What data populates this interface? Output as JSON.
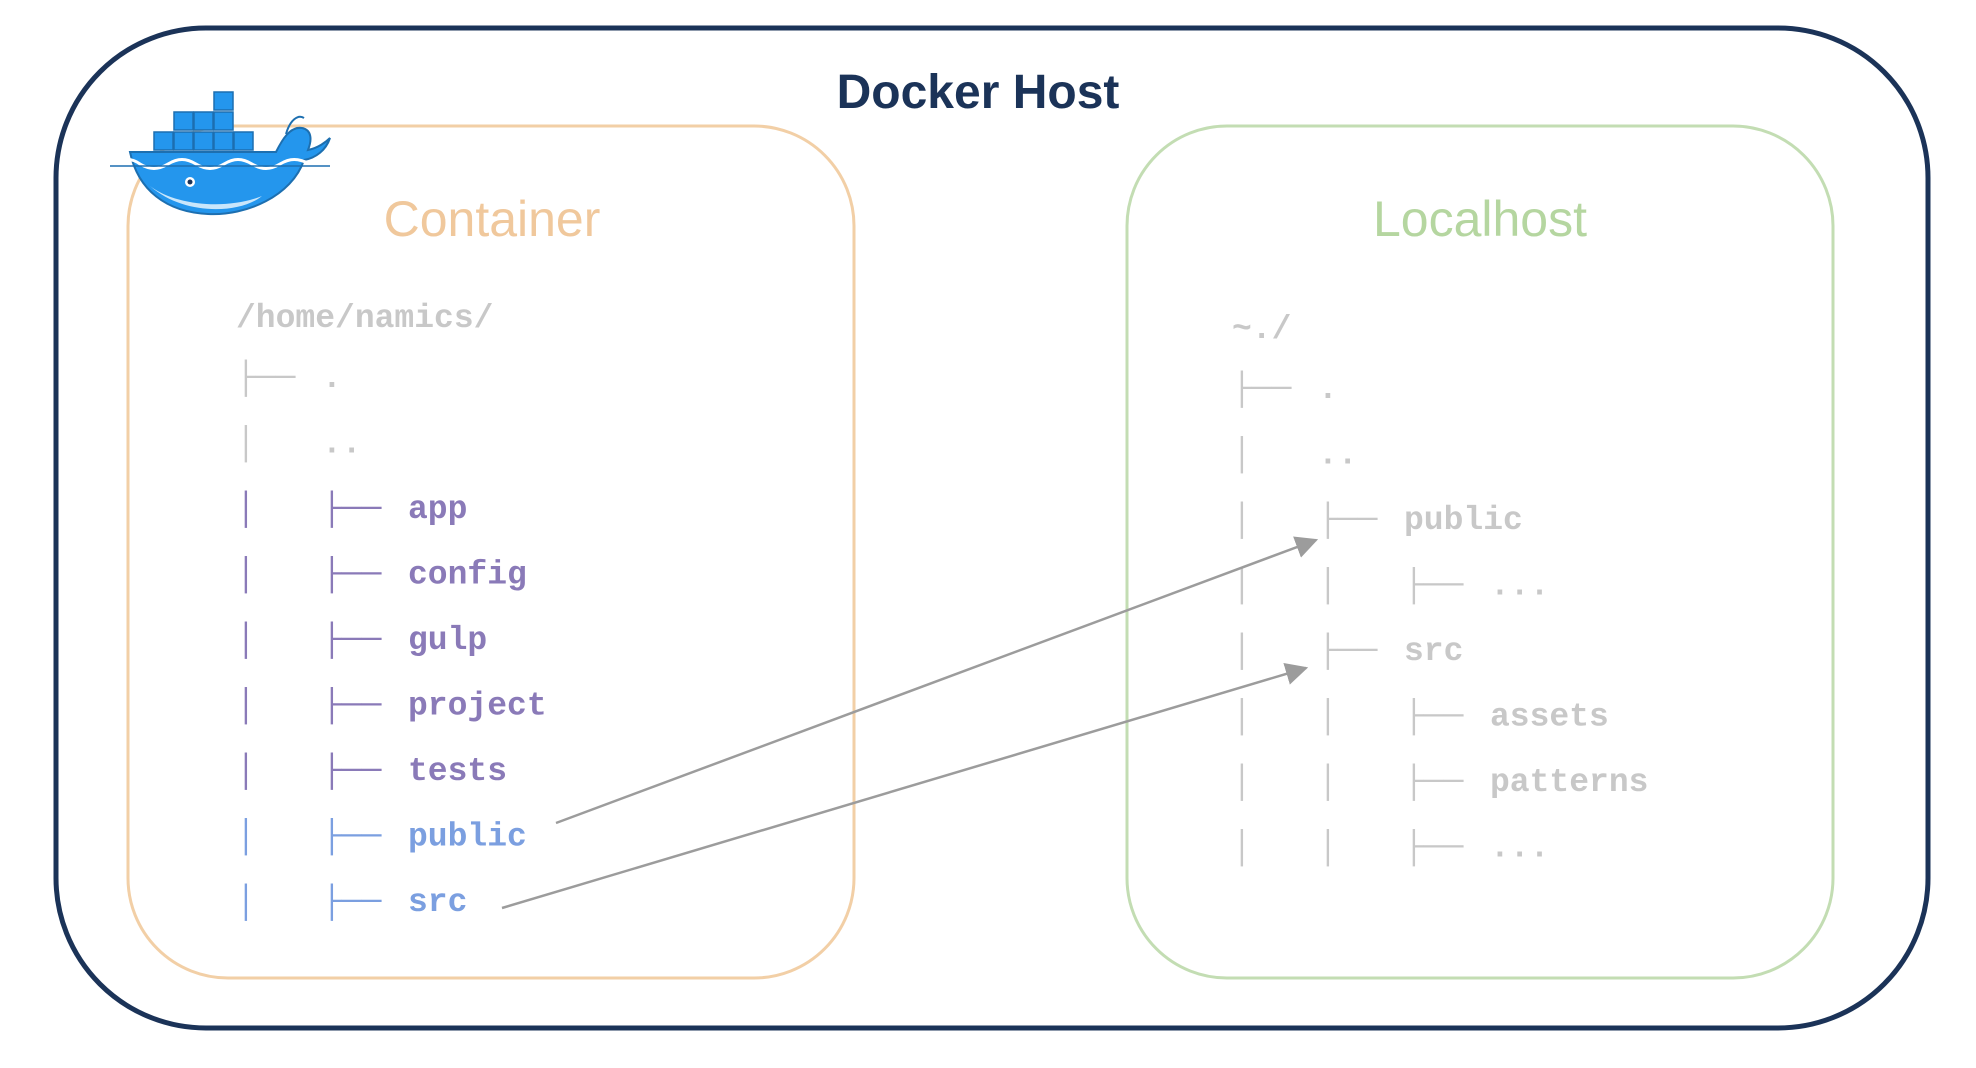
{
  "title": "Docker Host",
  "container": {
    "label": "Container",
    "root": "/home/namics/",
    "tree": [
      {
        "branch": "├──",
        "name": ".",
        "pipes": 1,
        "kind": "muted"
      },
      {
        "branch": "",
        "name": "..",
        "pipes": 1,
        "kind": "muted"
      },
      {
        "branch": "├──",
        "name": "app",
        "pipes": 1,
        "kind": "purple"
      },
      {
        "branch": "├──",
        "name": "config",
        "pipes": 1,
        "kind": "purple"
      },
      {
        "branch": "├──",
        "name": "gulp",
        "pipes": 1,
        "kind": "purple"
      },
      {
        "branch": "├──",
        "name": "project",
        "pipes": 1,
        "kind": "purple"
      },
      {
        "branch": "├──",
        "name": "tests",
        "pipes": 1,
        "kind": "purple"
      },
      {
        "branch": "├──",
        "name": "public",
        "pipes": 1,
        "kind": "blue"
      },
      {
        "branch": "├──",
        "name": "src",
        "pipes": 1,
        "kind": "blue"
      }
    ]
  },
  "localhost": {
    "label": "Localhost",
    "root": "~./",
    "tree": [
      {
        "branch": "├──",
        "name": ".",
        "depth": 0
      },
      {
        "branch": "",
        "name": "..",
        "depth": 0
      },
      {
        "branch": "├──",
        "name": "public",
        "depth": 1
      },
      {
        "branch": "├──",
        "name": "...",
        "depth": 2
      },
      {
        "branch": "├──",
        "name": "src",
        "depth": 1
      },
      {
        "branch": "├──",
        "name": "assets",
        "depth": 2
      },
      {
        "branch": "├──",
        "name": "patterns",
        "depth": 2
      },
      {
        "branch": "├──",
        "name": "...",
        "depth": 2
      }
    ]
  },
  "mounts": [
    {
      "from": "public",
      "to": "public"
    },
    {
      "from": "src",
      "to": "src"
    }
  ],
  "colors": {
    "host_border": "#1b3358",
    "title": "#1b3358",
    "container_border": "#f2cfa6",
    "container_label": "#f0c89c",
    "localhost_border": "#c3ddb3",
    "localhost_label": "#b5d6a0",
    "muted_text": "#c8c8c8",
    "purple_text": "#8a7ab8",
    "blue_text": "#7b9fe0",
    "arrow": "#9c9c9c",
    "whale": "#2496ed",
    "whale_dark": "#1d6fb0"
  },
  "icons": {
    "logo": "docker-whale-icon"
  }
}
